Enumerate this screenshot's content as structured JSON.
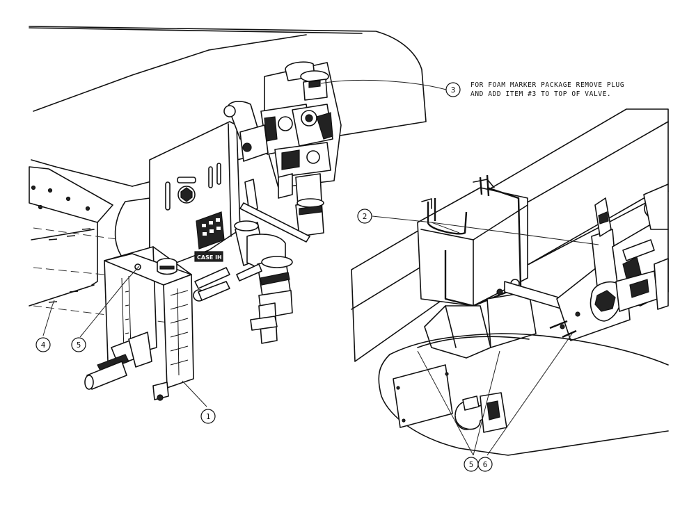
{
  "note": {
    "line1": "FOR FOAM MARKER PACKAGE REMOVE PLUG",
    "line2": "AND ADD ITEM #3 TO TOP OF VALVE."
  },
  "callouts": {
    "c1": "1",
    "c2": "2",
    "c3": "3",
    "c4": "4",
    "c5a": "5",
    "c5b": "5",
    "c6": "6"
  },
  "decal_text": "CASE IH"
}
